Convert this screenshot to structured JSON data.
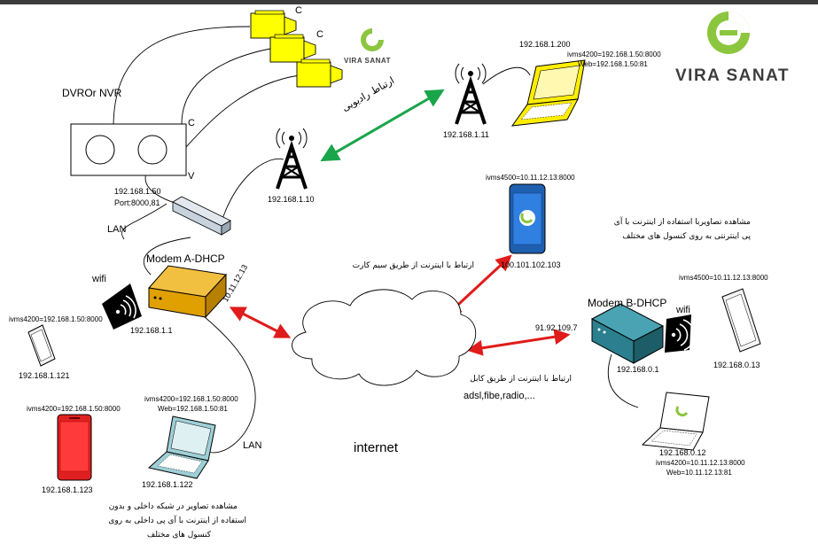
{
  "brand": {
    "name": "VIRA SANAT",
    "small_name": "VIRA SANAT",
    "accent": "#8cc63f",
    "text_color": "#3d3d3d"
  },
  "colors": {
    "camera": "#ffff00",
    "laptop_a": "#ffee00",
    "laptop_b": "#9ecfd6",
    "modem_a": "#e0a000",
    "modem_b": "#2b7f8e",
    "phone_red": "#e02020",
    "phone_blue": "#1f5fb0",
    "radio_link": "#1aa54a",
    "internet_link": "#e01b1b"
  },
  "labels": {
    "camera_c1": "C",
    "camera_c2": "C",
    "dvr_c": "C",
    "dvr_v": "V",
    "dvr_title": "DVROr NVR",
    "dvr_ip": "192.168.1.50",
    "dvr_port": "Port:8000,81",
    "lan_top": "LAN",
    "lan_bottom": "LAN",
    "tower_left_ip": "192.168.1.10",
    "tower_right_ip": "192.168.1.11",
    "radio_link_fa": "ارتباط رادیویی",
    "laptop_top_ip": "192.168.1.200",
    "laptop_top_ivms": "ivms4200=192.168.1.50:8000",
    "laptop_top_web": "Web=192.168.1.50:81",
    "modem_a_title": "Modem A-DHCP",
    "modem_a_ip": "192.168.1.1",
    "modem_a_wan": "10.11.12.13",
    "wifi_a": "wifi",
    "tablet_left_ivms": "ivms4200=192.168.1.50:8000",
    "tablet_left_ip": "192.168.1.121",
    "phone_red_ivms": "ivms4200=192.168.1.50:8000",
    "phone_red_ip": "192.168.1.123",
    "laptop_bottom_ivms": "ivms4200=192.168.1.50:8000",
    "laptop_bottom_web": "Web=192.168.1.50:81",
    "laptop_bottom_ip": "192.168.1.122",
    "phone_blue_ivms": "ivms4500=10.11.12.13:8000",
    "phone_blue_ip": "100.101.102.103",
    "sim_internet_fa": "ارتباط با اینترنت از طریق سیم کارت",
    "remote_view_fa_1": "مشاهده تصاویربا استفاده از اینترنت با آی",
    "remote_view_fa_2": "پی اینترنتی به روی کنسول های مختلف",
    "internet": "internet",
    "cable_fa": "ارتباط با اینترنت از طریق کابل",
    "cable_types": "adsl,fibe,radio,...",
    "modem_b_wan": "91.92.109.7",
    "modem_b_title": "Modem B-DHCP",
    "modem_b_ip": "192.168.0.1",
    "wifi_b": "wifi",
    "tablet_right_ivms": "ivms4500=10.11.12.13:8000",
    "tablet_right_ip": "192.168.0.13",
    "laptop_right_ip": "192.168.0.12",
    "laptop_right_ivms": "ivms4200=10.11.12.13:8000",
    "laptop_right_web": "Web=10.11.12.13:81",
    "local_view_fa_1": "مشاهده تصاویر در شبکه داخلی و بدون",
    "local_view_fa_2": "استفاده از اینترنت با آی پی داخلی به روی",
    "local_view_fa_3": "کنسول های مختلف"
  }
}
